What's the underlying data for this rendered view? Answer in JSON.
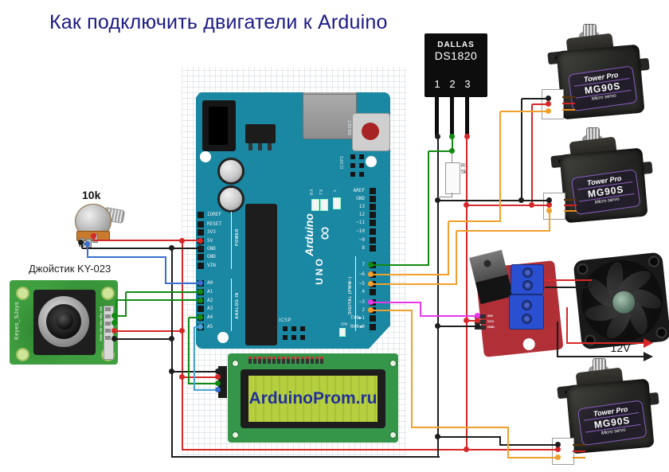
{
  "title": "Как подключить двигатели к Arduino",
  "palette": {
    "board_teal": "#1a87a3",
    "pcb_green": "#3f9e3f",
    "module_red": "#b13038",
    "lcd_screen": "#b5cf3f",
    "wire_red": "#d62828",
    "wire_black": "#1d1d1d",
    "wire_green": "#128a12",
    "wire_blue": "#3a6fd0",
    "wire_lightblue": "#4aa3da",
    "wire_orange": "#f0a02c",
    "wire_magenta": "#e838e8"
  },
  "arduino": {
    "logo_text": "Arduino",
    "logo_symbol": "∞",
    "uno_text": "UNO",
    "reset_button_label": "RESET",
    "icsp2_label": "ICSP2",
    "icsp_label": "ICSP",
    "on_label": "ON",
    "rx_label": "RX",
    "tx_label": "TX",
    "l_label": "L",
    "power_group": "POWER",
    "analog_group": "ANALOG IN",
    "digital_group": "DIGITAL (PWM~)",
    "left_pins": [
      "IOREF",
      "RESET",
      "3V3",
      "5V",
      "GND",
      "GND",
      "VIN",
      "A0",
      "A1",
      "A2",
      "A3",
      "A4",
      "A5"
    ],
    "right_pins": [
      "AREF",
      "GND",
      "13",
      "12",
      "~11",
      "~10",
      "~9",
      "8",
      "7",
      "~6",
      "~5",
      "4",
      "~3",
      "2",
      "TX0▶1",
      "RX0◀0"
    ]
  },
  "temp_sensor": {
    "brand": "DALLAS",
    "model": "DS1820",
    "pin_numbers": [
      "1",
      "2",
      "3"
    ]
  },
  "resistor": {
    "name": "R1",
    "value": "5k"
  },
  "potentiometer": {
    "label": "10k"
  },
  "joystick": {
    "caption": "Джойстик KY-023",
    "board_text": "Keyes_SJoys",
    "pin_labels": [
      "SW",
      "VRy",
      "VRx",
      "+5V",
      "GND"
    ]
  },
  "lcd": {
    "screen_text": "ArduinoProm.ru"
  },
  "servo": {
    "brand": "Tower Pro",
    "model": "MG90S",
    "type": "Micro servo"
  },
  "mosfet": {
    "pin_labels": [
      "SIG",
      "VCC",
      "GND"
    ]
  },
  "power_supply": {
    "label": "12V"
  }
}
